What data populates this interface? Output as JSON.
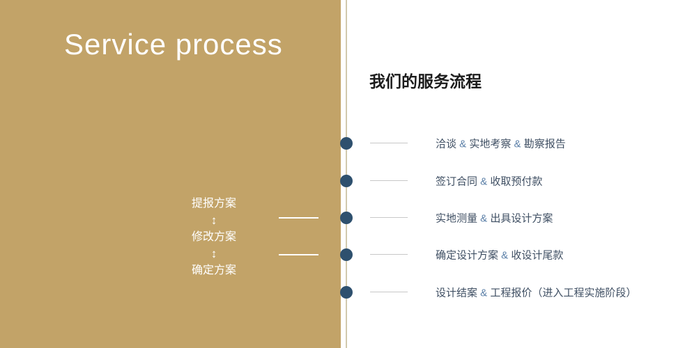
{
  "colors": {
    "gold": "#c2a368",
    "dot": "#2e506e",
    "amp": "#5c80a8",
    "text": "#3f4f63",
    "axis": "#d2c9ae",
    "tick": "#c8c8c8"
  },
  "left_panel": {
    "title": "Service process",
    "cycle": {
      "steps": [
        "提报方案",
        "修改方案",
        "确定方案"
      ],
      "arrow": "↕"
    }
  },
  "right_panel": {
    "heading": "我们的服务流程",
    "items": [
      "洽谈 & 实地考察 & 勘察报告",
      "签订合同 & 收取预付款",
      "实地测量 & 出具设计方案",
      "确定设计方案 & 收设计尾款",
      "设计结案 & 工程报价（进入工程实施阶段）"
    ]
  }
}
